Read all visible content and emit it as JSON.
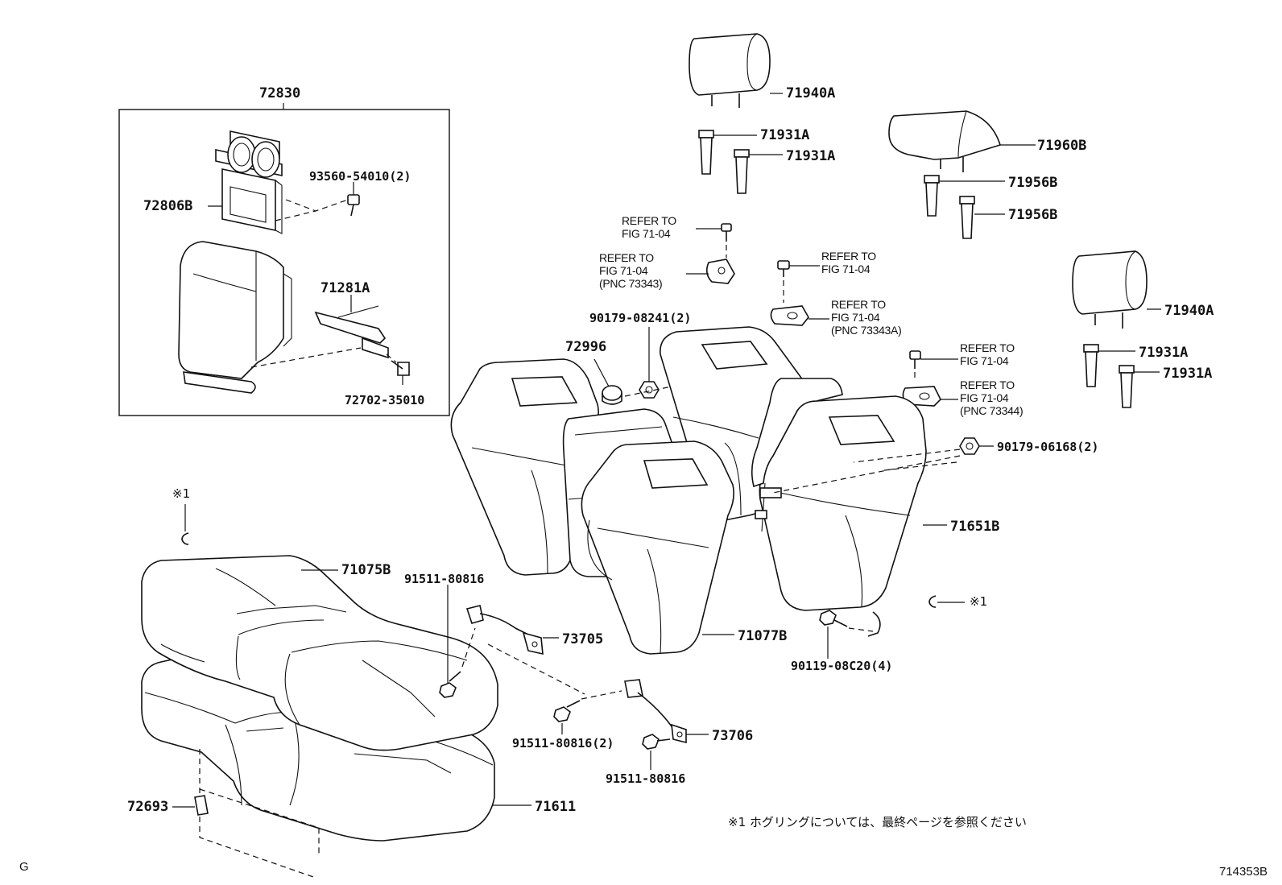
{
  "parts": {
    "p72830": "72830",
    "p72806B": "72806B",
    "p93560": "93560-54010(2)",
    "p71281A": "71281A",
    "p72702": "72702-35010",
    "p71940A_1": "71940A",
    "p71931A_1": "71931A",
    "p71931A_2": "71931A",
    "p71960B": "71960B",
    "p71956B_1": "71956B",
    "p71956B_2": "71956B",
    "p71940A_2": "71940A",
    "p71931A_3": "71931A",
    "p71931A_4": "71931A",
    "p72996": "72996",
    "p90179_08241": "90179-08241(2)",
    "p90179_06168": "90179-06168(2)",
    "p71651B": "71651B",
    "p71075B": "71075B",
    "p91511_a": "91511-80816",
    "p73705": "73705",
    "p71077B": "71077B",
    "p90119": "90119-08C20(4)",
    "p91511_b": "91511-80816(2)",
    "p73706": "73706",
    "p91511_c": "91511-80816",
    "p72693": "72693",
    "p71611": "71611"
  },
  "refs": {
    "r1_l1": "REFER TO",
    "r1_l2": "FIG 71-04",
    "r2_l1": "REFER TO",
    "r2_l2": "FIG 71-04",
    "r2_l3": "(PNC 73343)",
    "r3_l1": "REFER TO",
    "r3_l2": "FIG 71-04",
    "r4_l1": "REFER TO",
    "r4_l2": "FIG 71-04",
    "r4_l3": "(PNC 73343A)",
    "r5_l1": "REFER TO",
    "r5_l2": "FIG 71-04",
    "r6_l1": "REFER TO",
    "r6_l2": "FIG 71-04",
    "r6_l3": "(PNC 73344)"
  },
  "marks": {
    "ref1_top": "※1",
    "ref1_right": "※1"
  },
  "note": "※1 ホグリングについては、最終ページを参照ください",
  "corner_left": "G",
  "corner_right": "714353B"
}
